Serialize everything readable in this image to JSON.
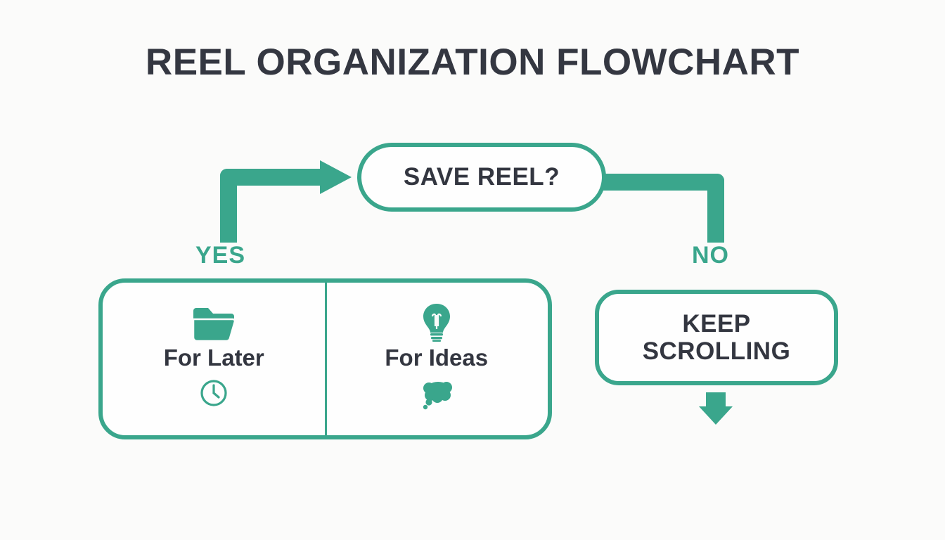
{
  "title": "REEL ORGANIZATION FLOWCHART",
  "colors": {
    "background": "#FBFBFA",
    "accent_teal": "#3AA68C",
    "text_dark": "#333640"
  },
  "decision": {
    "label": "SAVE REEL?",
    "shape": "pill"
  },
  "branches": {
    "yes": {
      "label": "YES",
      "connector": "elbow-up-right-arrow",
      "target": "save-options"
    },
    "no": {
      "label": "NO",
      "connector": "elbow-right-down",
      "target": "keep-scrolling"
    }
  },
  "save_options": {
    "cells": [
      {
        "label": "For Later",
        "icon_top": "folder-icon",
        "icon_bottom": "clock-icon"
      },
      {
        "label": "For Ideas",
        "icon_top": "lightbulb-icon",
        "icon_bottom": "thought-bubble-icon"
      }
    ]
  },
  "keep_scrolling": {
    "lines": [
      "KEEP",
      "SCROLLING"
    ],
    "outlet": "down-arrow"
  }
}
